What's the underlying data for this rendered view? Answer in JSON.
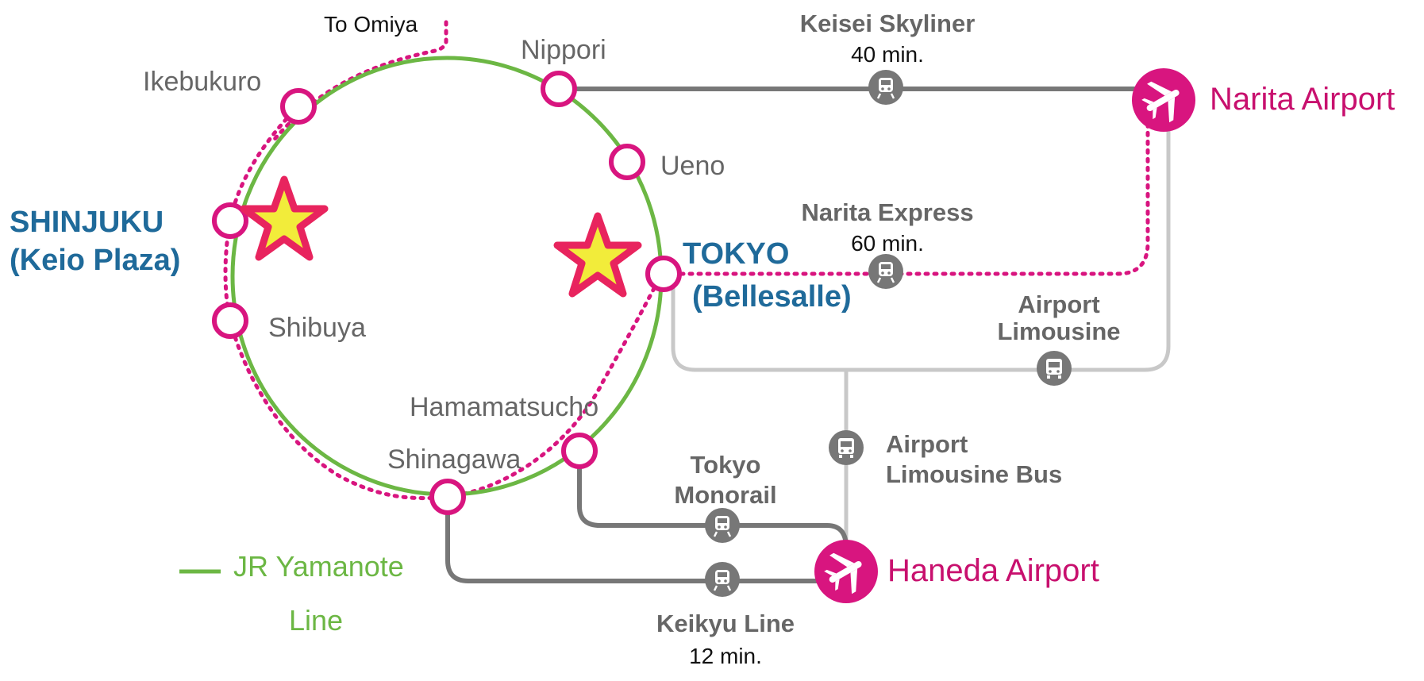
{
  "stations": {
    "ikebukuro": "Ikebukuro",
    "nippori": "Nippori",
    "ueno": "Ueno",
    "shibuya": "Shibuya",
    "hamamatsucho": "Hamamatsucho",
    "shinagawa": "Shinagawa",
    "to_omiya": "To Omiya"
  },
  "venues": {
    "shinjuku_line1": "SHINJUKU",
    "shinjuku_line2": "(Keio Plaza)",
    "tokyo_line1": "TOKYO",
    "tokyo_line2": "(Bellesalle)"
  },
  "airports": {
    "narita": "Narita Airport",
    "haneda": "Haneda Airport"
  },
  "routes": {
    "keisei_name": "Keisei Skyliner",
    "keisei_time": "40 min.",
    "nex_name": "Narita Express",
    "nex_time": "60 min.",
    "limo_line1": "Airport",
    "limo_line2": "Limousine",
    "limobus_line1": "Airport",
    "limobus_line2": "Limousine Bus",
    "monorail_line1": "Tokyo",
    "monorail_line2": "Monorail",
    "keikyu_name": "Keikyu Line",
    "keikyu_time": "12 min."
  },
  "legend": {
    "line1": "JR Yamanote",
    "line2": "Line"
  },
  "colors": {
    "yamanote_green": "#6cb744",
    "magenta": "#d8157f",
    "venue_blue": "#1f6a9a",
    "rail_gray": "#777777",
    "bus_gray": "#c8c8c8",
    "star_fill": "#f2ec3a",
    "star_stroke": "#e8245e"
  },
  "icons": [
    "train-icon",
    "bus-icon",
    "plane-icon",
    "star-icon"
  ]
}
